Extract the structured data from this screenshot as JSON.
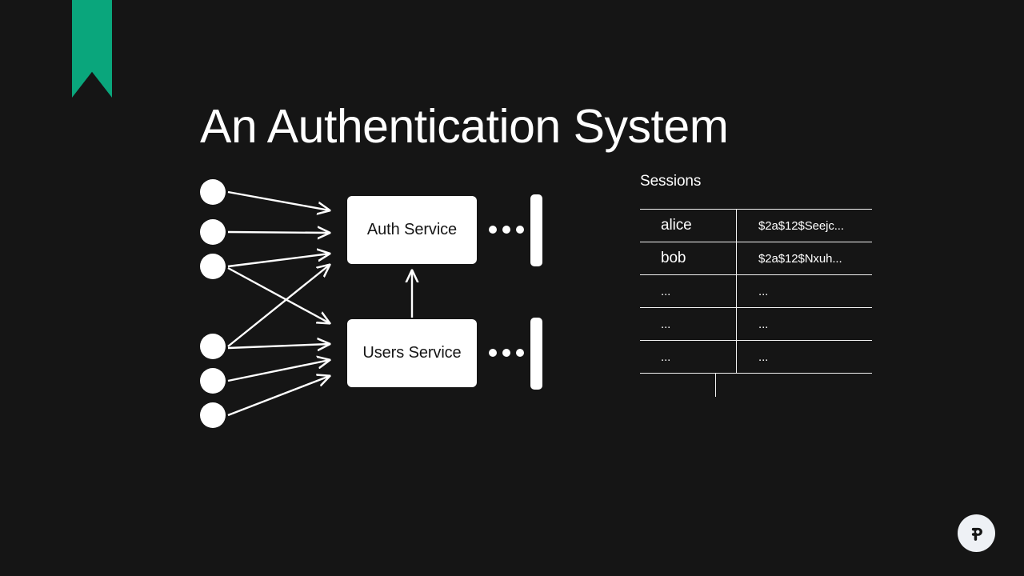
{
  "slide": {
    "title": "An Authentication System",
    "background_color": "#151515",
    "accent_color": "#0aa67c",
    "foreground_color": "#ffffff"
  },
  "ribbon": {
    "name": "bookmark-ribbon",
    "color": "#0aa67c"
  },
  "diagram": {
    "clients": [
      {
        "id": "client-1"
      },
      {
        "id": "client-2"
      },
      {
        "id": "client-3"
      },
      {
        "id": "client-4"
      },
      {
        "id": "client-5"
      },
      {
        "id": "client-6"
      }
    ],
    "services": [
      {
        "id": "auth-service",
        "label": "Auth Service"
      },
      {
        "id": "users-service",
        "label": "Users Service"
      }
    ],
    "replica_dots": "•••",
    "connections": [
      {
        "from": "client-1",
        "to": "auth-service"
      },
      {
        "from": "client-2",
        "to": "auth-service"
      },
      {
        "from": "client-3",
        "to": "auth-service"
      },
      {
        "from": "client-3",
        "to": "users-service"
      },
      {
        "from": "client-4",
        "to": "auth-service"
      },
      {
        "from": "client-4",
        "to": "users-service"
      },
      {
        "from": "client-5",
        "to": "users-service"
      },
      {
        "from": "client-6",
        "to": "users-service"
      },
      {
        "from": "users-service",
        "to": "auth-service"
      }
    ]
  },
  "sessions_table": {
    "title": "Sessions",
    "rows": [
      {
        "user": "alice",
        "hash": "$2a$12$Seejc..."
      },
      {
        "user": "bob",
        "hash": "$2a$12$Nxuh..."
      },
      {
        "user": "...",
        "hash": "..."
      },
      {
        "user": "...",
        "hash": "..."
      },
      {
        "user": "...",
        "hash": "..."
      }
    ]
  },
  "logo": {
    "name": "pitch-logo",
    "glyph": "P"
  }
}
